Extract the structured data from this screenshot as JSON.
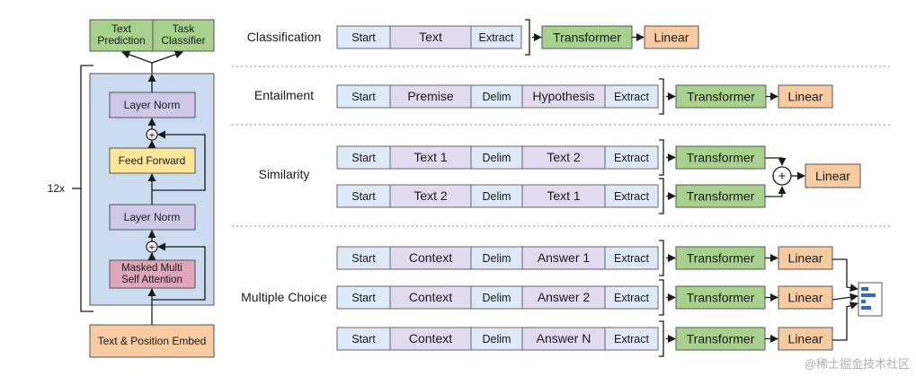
{
  "colors": {
    "green": "#a9d18e",
    "blue": "#d6e4f5",
    "purple": "#cfc8e6",
    "orange": "#f8cba0",
    "yellow": "#ffe699",
    "pink": "#dfa6b8",
    "stack_bg": "#cbdcf0",
    "plain": "#dde9f7",
    "text_seg": "#e2dbf0"
  },
  "model": {
    "text_prediction": "Text\nPrediction",
    "task_classifier": "Task\nClassifier",
    "layer_norm_top": "Layer Norm",
    "feed_forward": "Feed Forward",
    "layer_norm_bottom": "Layer Norm",
    "masked_attention": "Masked Multi\nSelf Attention",
    "embed": "Text & Position Embed",
    "repeat_label": "12x"
  },
  "tasks": {
    "classification": {
      "label": "Classification",
      "segments": [
        "Start",
        "Text",
        "Extract"
      ],
      "transformer": "Transformer",
      "linear": "Linear"
    },
    "entailment": {
      "label": "Entailment",
      "segments": [
        "Start",
        "Premise",
        "Delim",
        "Hypothesis",
        "Extract"
      ],
      "transformer": "Transformer",
      "linear": "Linear"
    },
    "similarity": {
      "label": "Similarity",
      "rows": [
        [
          "Start",
          "Text 1",
          "Delim",
          "Text 2",
          "Extract"
        ],
        [
          "Start",
          "Text 2",
          "Delim",
          "Text 1",
          "Extract"
        ]
      ],
      "transformer": "Transformer",
      "plus": "+",
      "linear": "Linear"
    },
    "multiple_choice": {
      "label": "Multiple Choice",
      "rows": [
        [
          "Start",
          "Context",
          "Delim",
          "Answer 1",
          "Extract"
        ],
        [
          "Start",
          "Context",
          "Delim",
          "Answer 2",
          "Extract"
        ],
        [
          "Start",
          "Context",
          "Delim",
          "Answer N",
          "Extract"
        ]
      ],
      "transformer": "Transformer",
      "linear": "Linear"
    }
  },
  "watermark": "@稀土掘金技术社区"
}
